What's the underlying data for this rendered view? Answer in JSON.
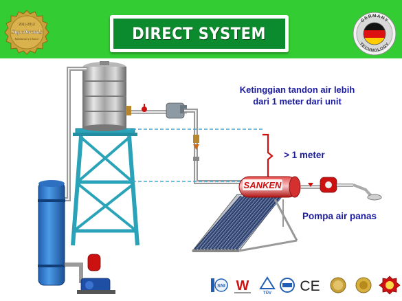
{
  "header": {
    "title": "DIRECT SYSTEM",
    "badge_left": {
      "years": "2011-2012",
      "brand": "Superbrands",
      "tagline": "Indonesia's Choice"
    },
    "badge_right": {
      "top": "GERMANY",
      "bottom": "TECHNOLOGY"
    }
  },
  "diagram": {
    "height_note_line1": "Ketinggian tandon air lebih",
    "height_note_line2": "dari 1 meter dari unit",
    "distance_label": "> 1 meter",
    "pump_label": "Pompa air panas",
    "heater_brand": "SANKEN"
  },
  "footer": {
    "logos": [
      {
        "name": "sni-logo",
        "text": "SNI"
      },
      {
        "name": "watermark-logo",
        "text": "W"
      },
      {
        "name": "tuv-logo",
        "text": "TÜV"
      },
      {
        "name": "certification-seal-logo",
        "text": ""
      },
      {
        "name": "ce-mark-logo",
        "text": "CE"
      },
      {
        "name": "gold-seal-1-logo",
        "text": ""
      },
      {
        "name": "gold-seal-2-logo",
        "text": ""
      },
      {
        "name": "award-seal-logo",
        "text": ""
      }
    ]
  },
  "colors": {
    "header_green": "#33cc33",
    "title_green": "#0c8a2e",
    "tower_teal": "#2aa3b8",
    "annotation_blue": "#1b1b9e",
    "bracket_red": "#cc1111",
    "heater_red": "#cc1a1a",
    "dashed_guide": "#3aa9d6"
  }
}
